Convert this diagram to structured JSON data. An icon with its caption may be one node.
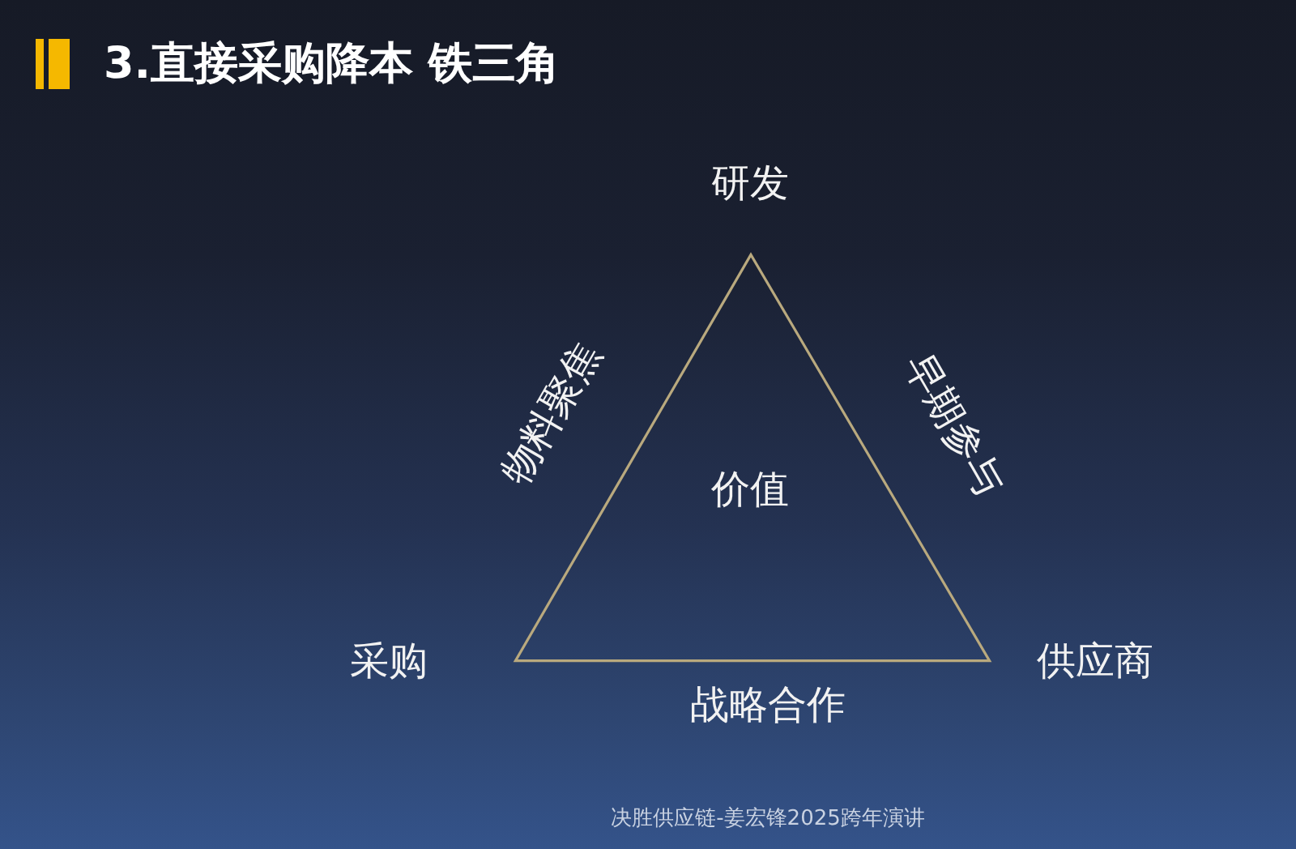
{
  "diagram": {
    "title": "3.直接采购降本 铁三角",
    "nodes": [
      {
        "text": [
          "价值"
        ]
      }
    ],
    "labels": [
      "研发",
      "物料聚焦",
      "早期参与",
      "采购",
      "供应商",
      "战略合作"
    ],
    "caption": "决胜供应链-姜宏锋2025跨年演讲"
  }
}
